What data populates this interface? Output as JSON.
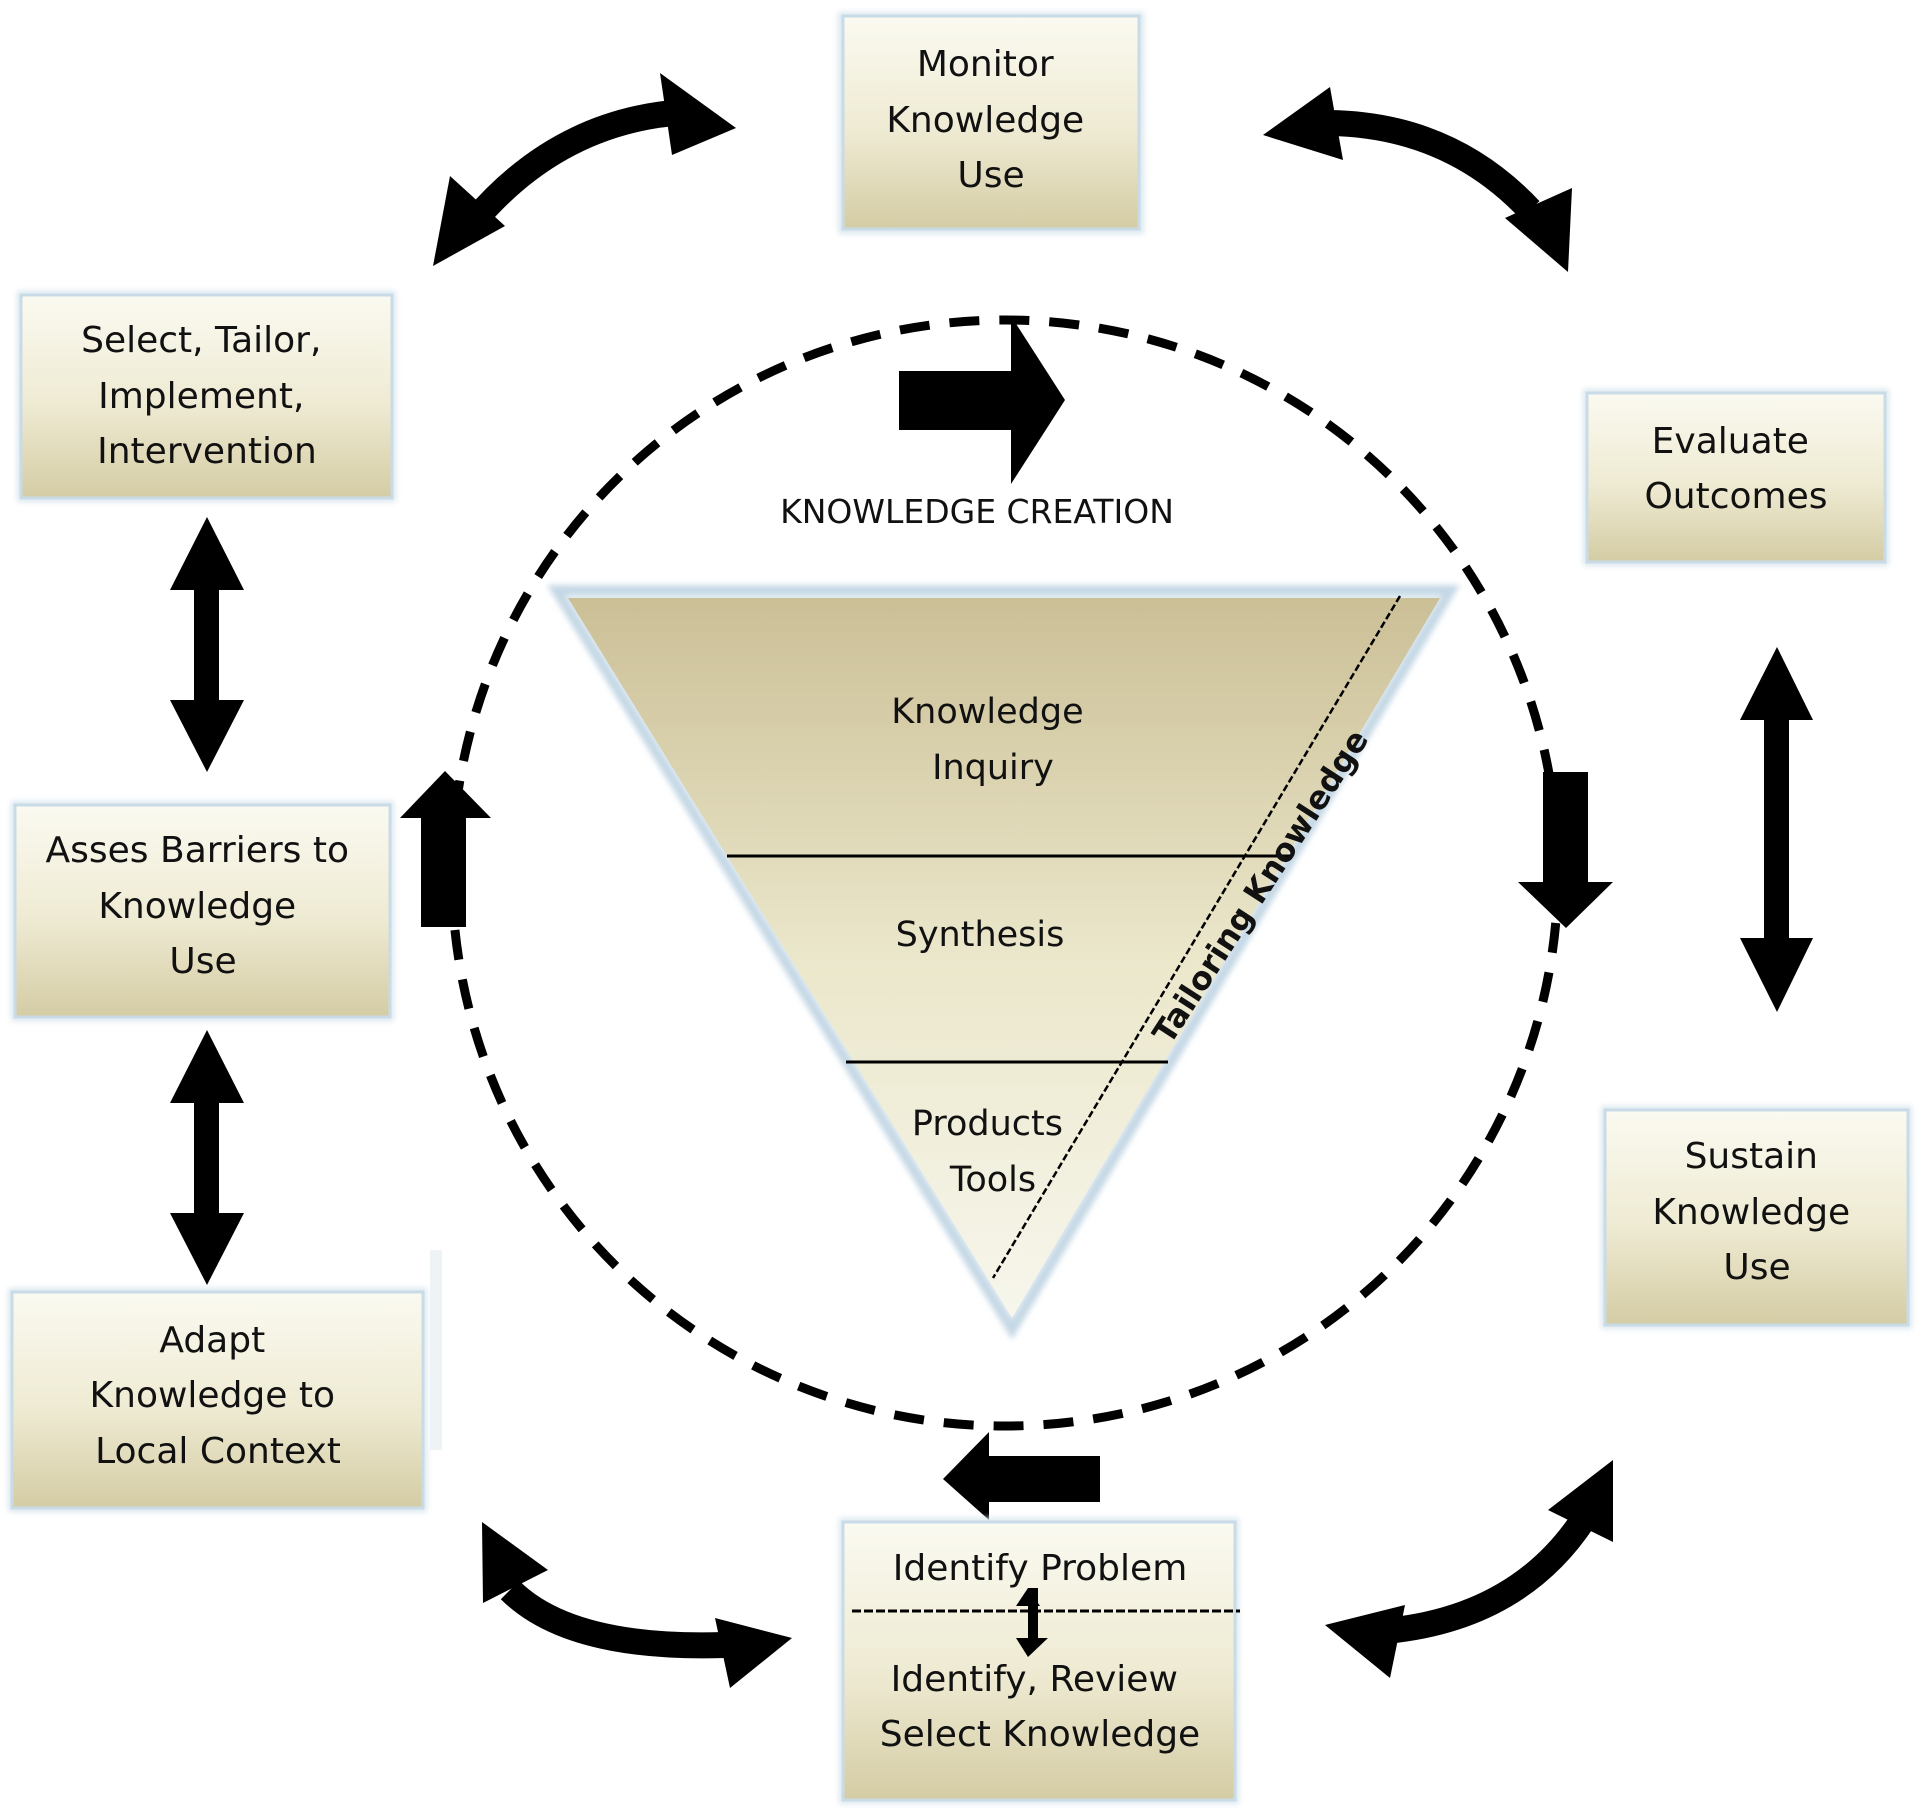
{
  "title": "Knowledge-to-Action cycle",
  "center": {
    "heading": "KNOWLEDGE CREATION",
    "funnel_levels": [
      {
        "lines": [
          "Knowledge",
          "Inquiry"
        ]
      },
      {
        "lines": [
          "Synthesis"
        ]
      },
      {
        "lines": [
          "Products",
          "Tools"
        ]
      }
    ],
    "diagonal_label": "Tailoring Knowledge"
  },
  "action_boxes": {
    "monitor": {
      "lines": [
        "Monitor",
        "Knowledge",
        "Use"
      ]
    },
    "evaluate": {
      "lines": [
        "Evaluate",
        "Outcomes"
      ]
    },
    "sustain": {
      "lines": [
        "Sustain",
        "Knowledge",
        "Use"
      ]
    },
    "identify": {
      "top": "Identify Problem",
      "bottom": [
        "Identify, Review",
        "Select Knowledge"
      ]
    },
    "adapt": {
      "lines": [
        "Adapt",
        "Knowledge to",
        "Local Context"
      ]
    },
    "assess": {
      "lines": [
        "Asses Barriers to",
        "Knowledge",
        "Use"
      ]
    },
    "select": {
      "lines": [
        "Select, Tailor,",
        "Implement,",
        "Intervention"
      ]
    }
  },
  "colors": {
    "box_top": "#faf9ee",
    "box_bottom": "#d6cfa8",
    "box_border": "#c9dbe6",
    "funnel_top": "#cfc49c",
    "funnel_bottom": "#f5f3e6",
    "ink": "#000000"
  }
}
